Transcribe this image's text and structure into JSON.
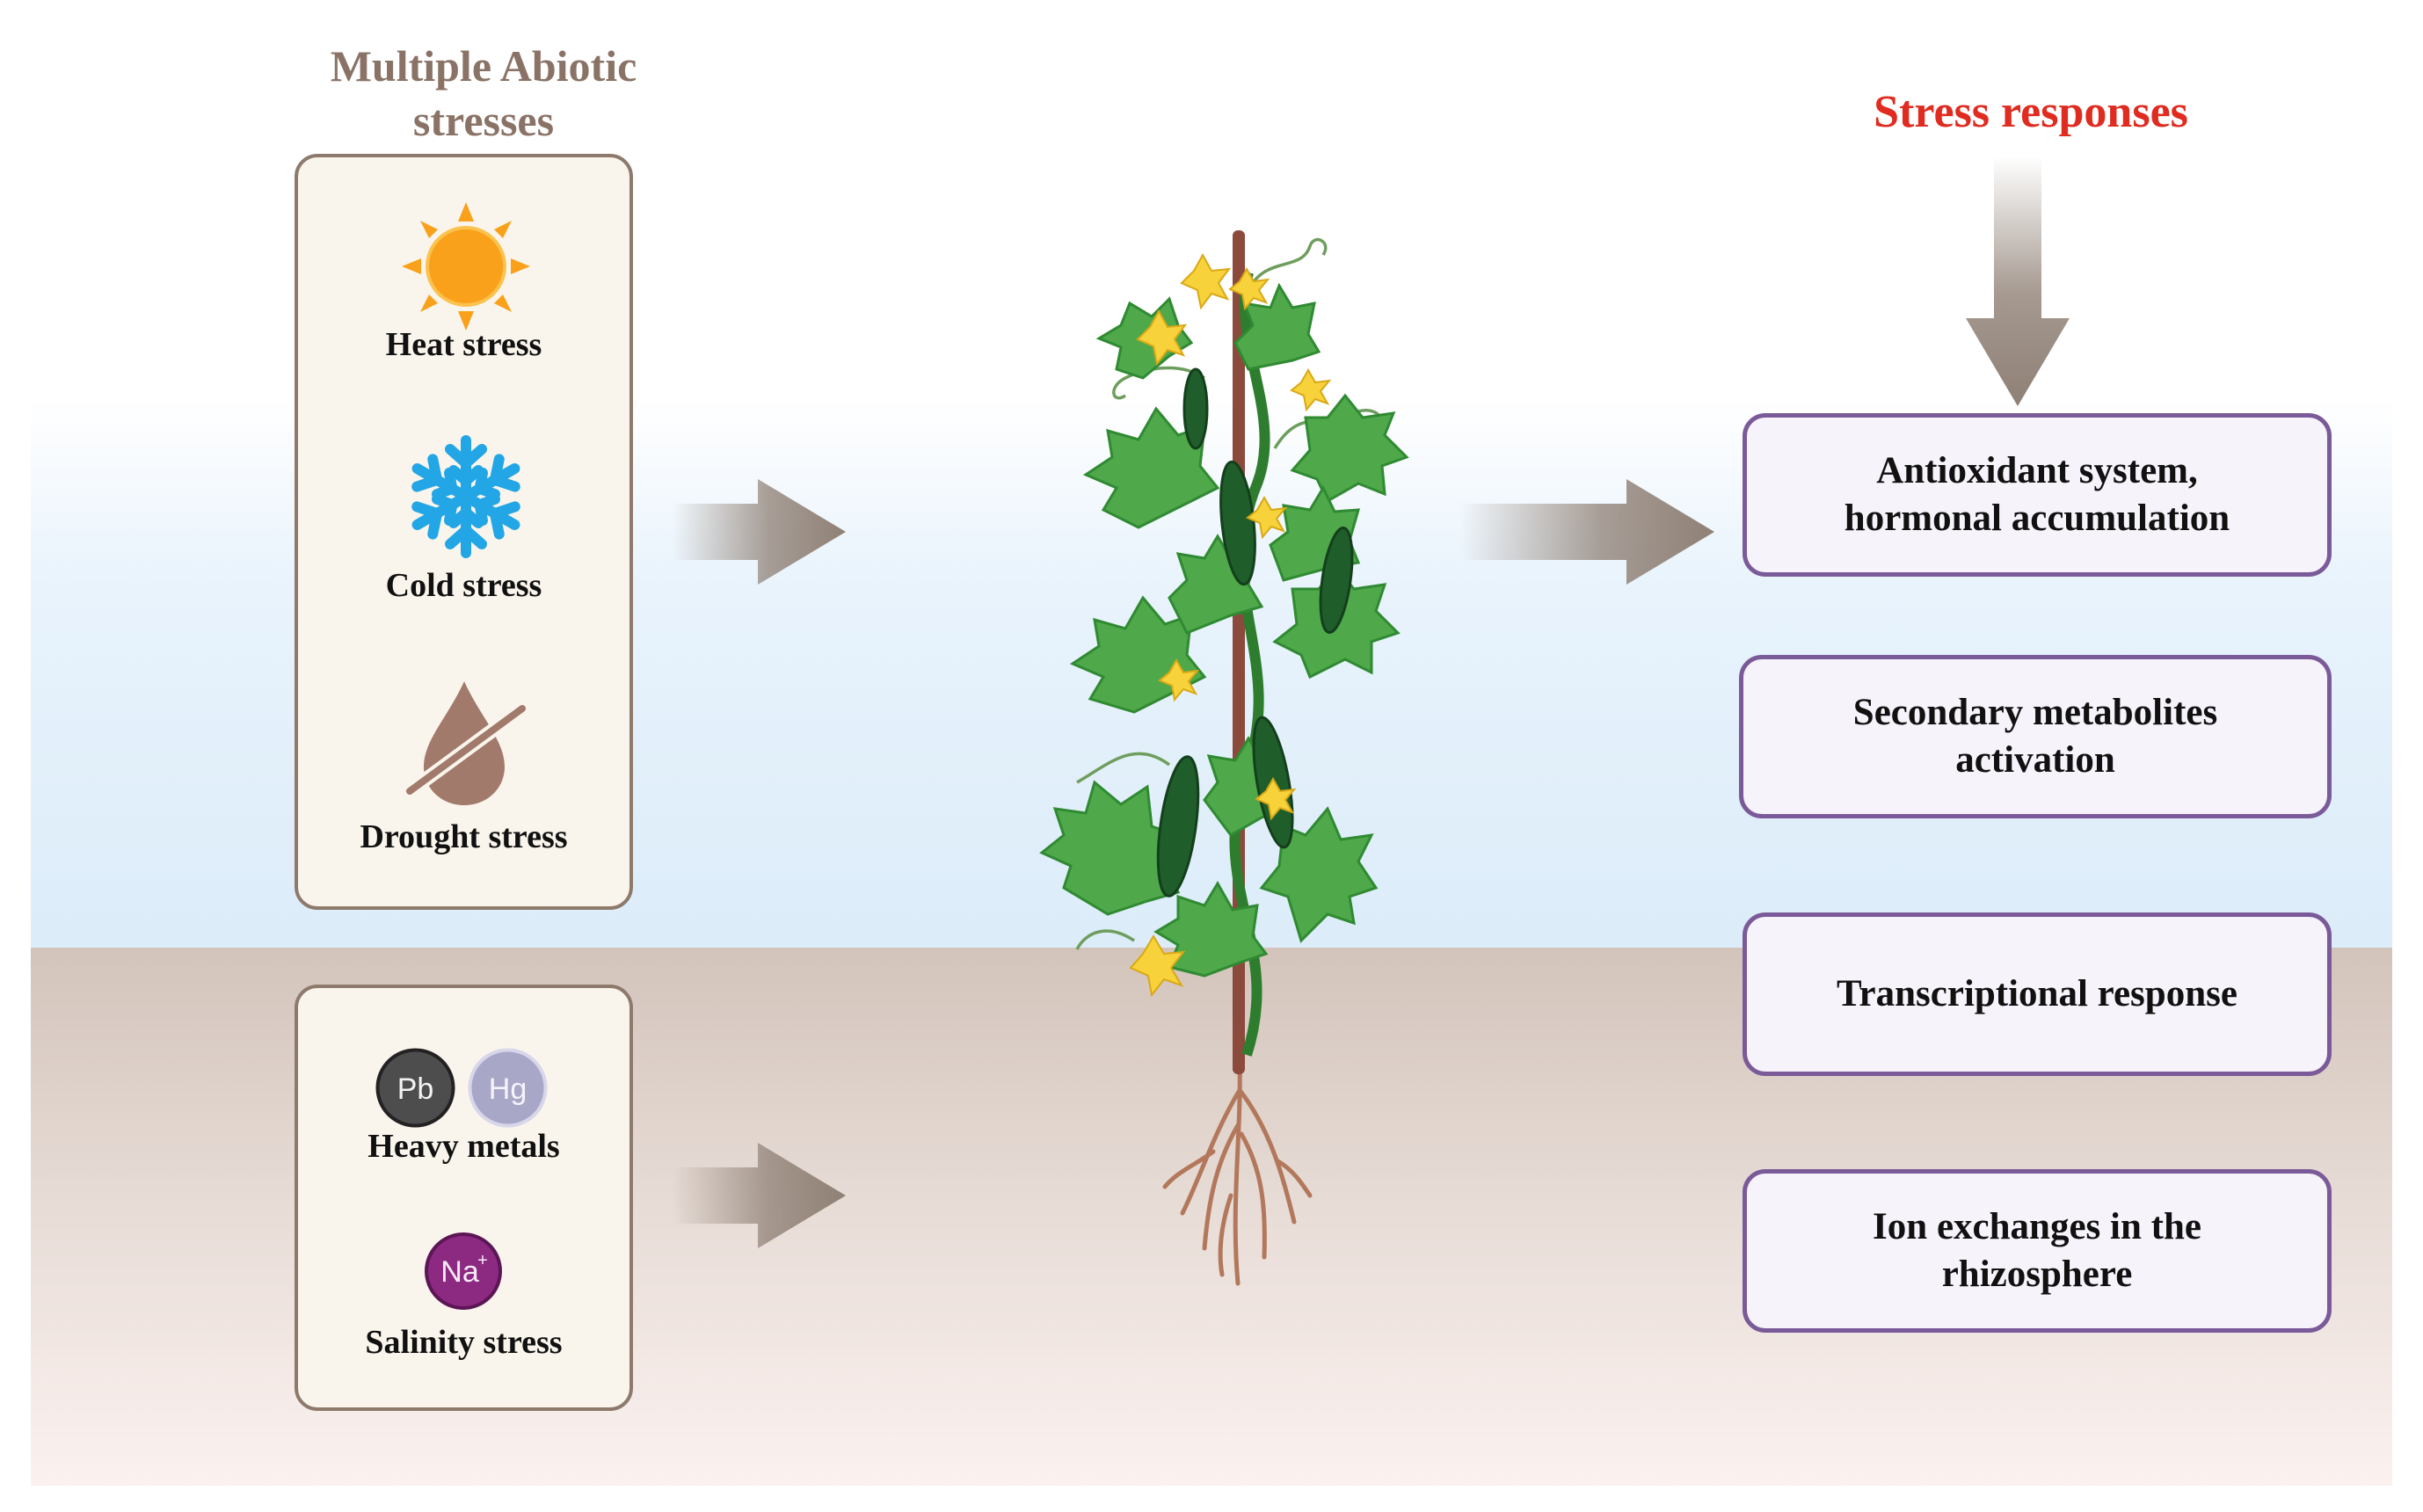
{
  "colors": {
    "stress_title": "#8a7366",
    "response_title": "#e02b20",
    "response_border": "#7a5a98",
    "panel_border": "#8e7a6c",
    "arrow": "#8f8075"
  },
  "stress_panel": {
    "title": "Multiple Abiotic stresses",
    "above_ground": [
      {
        "icon": "sun-icon",
        "label": "Heat stress"
      },
      {
        "icon": "snowflake-icon",
        "label": "Cold stress"
      },
      {
        "icon": "no-water-drop-icon",
        "label": "Drought stress"
      }
    ],
    "below_ground": {
      "heavy_metals": {
        "chips": [
          "Pb",
          "Hg"
        ],
        "label": "Heavy metals"
      },
      "salinity": {
        "chip": "Na",
        "chip_superscript": "+",
        "label": "Salinity stress"
      }
    }
  },
  "plant": {
    "icon": "cucumber-plant-icon"
  },
  "responses": {
    "title": "Stress responses",
    "items": [
      {
        "line1": "Antioxidant system,",
        "line2": "hormonal accumulation"
      },
      {
        "line1": "Secondary metabolites",
        "line2": "activation"
      },
      {
        "line1": "Transcriptional response",
        "line2": ""
      },
      {
        "line1": "Ion exchanges in the",
        "line2": "rhizosphere"
      }
    ]
  }
}
